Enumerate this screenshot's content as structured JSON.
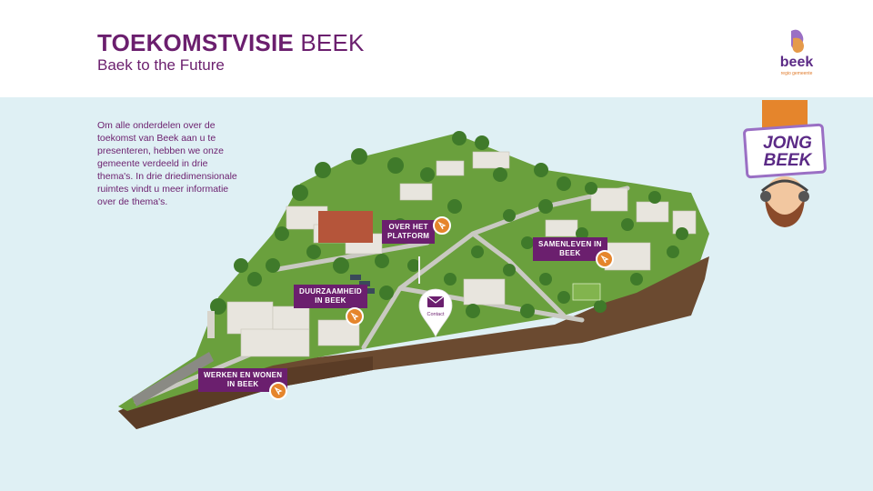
{
  "header": {
    "title_bold": "TOEKOMSTVISIE",
    "title_light": "BEEK",
    "subtitle": "Baek to the Future"
  },
  "logo": {
    "name": "beek",
    "tagline": "regio gemeente"
  },
  "intro": "Om alle onderdelen over de toekomst van Beek aan u te presenteren, hebben we onze gemeente verdeeld in drie thema's. In drie driedimensionale ruimtes vindt u meer informatie over de thema's.",
  "hotspots": {
    "platform": {
      "line1": "OVER HET",
      "line2": "PLATFORM"
    },
    "samenleven": {
      "line1": "SAMENLEVEN IN",
      "line2": "BEEK"
    },
    "duurzaamheid": {
      "line1": "DUURZAAMHEID",
      "line2": "IN BEEK"
    },
    "werken": {
      "line1": "WERKEN EN WONEN",
      "line2": "IN BEEK"
    }
  },
  "contact": {
    "label": "Contact"
  },
  "jongbeek": {
    "line1": "JONG",
    "line2": "BEEK"
  },
  "colors": {
    "brand_purple": "#6b1f6e",
    "accent_orange": "#e5852c",
    "sky": "#dff0f4",
    "grass": "#6aa03d"
  }
}
